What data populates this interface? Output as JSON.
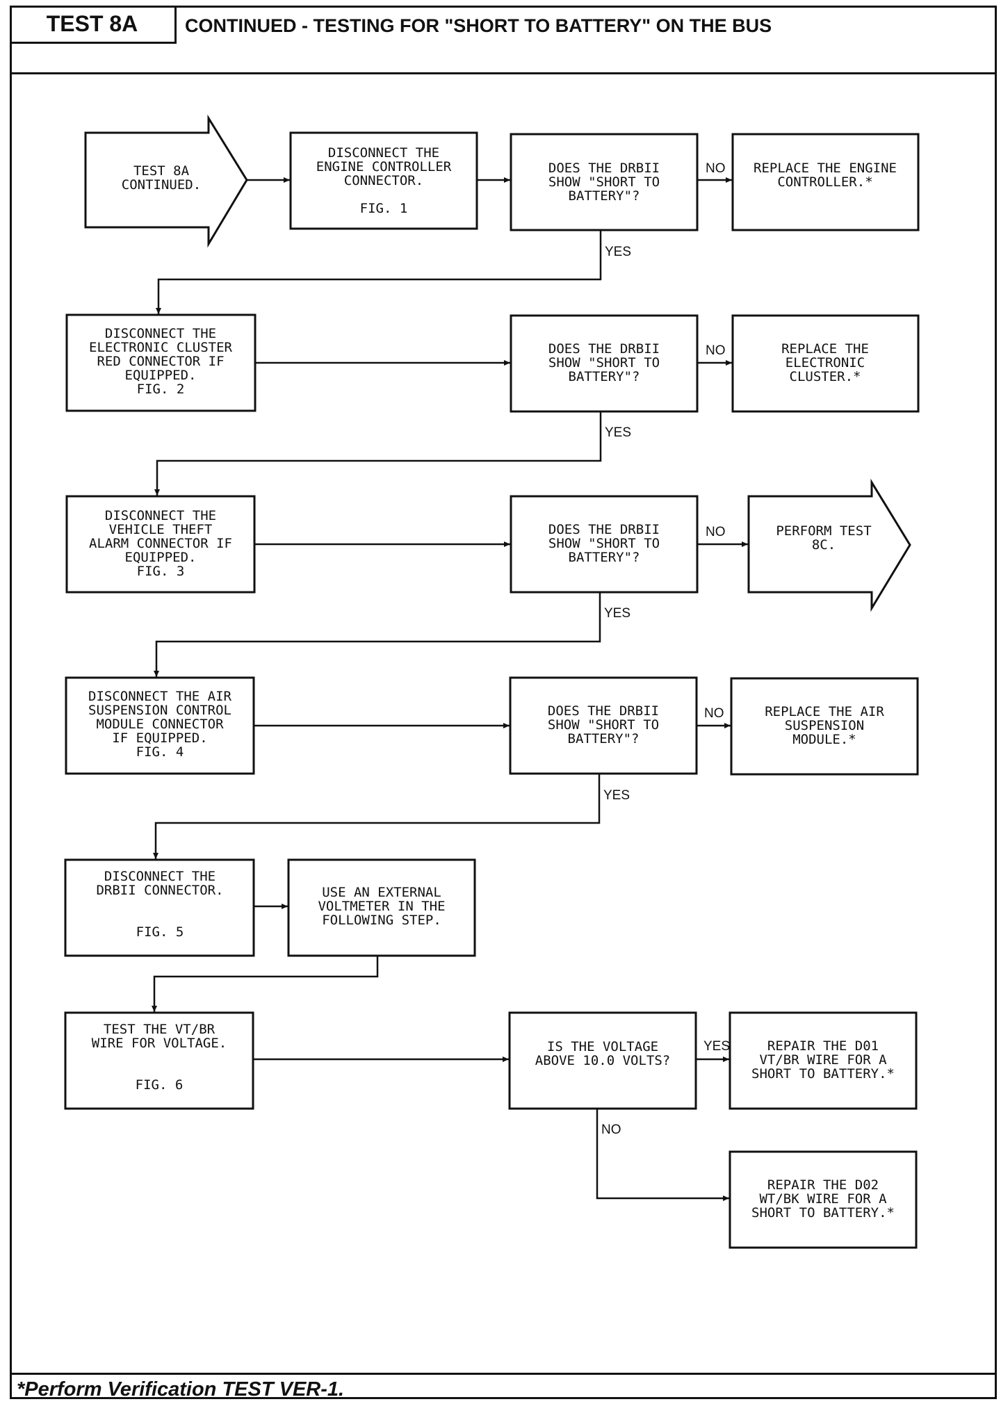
{
  "header": {
    "test_id": "TEST 8A",
    "title": "CONTINUED - TESTING FOR \"SHORT TO BATTERY\" ON THE BUS"
  },
  "footer": {
    "note": "*Perform Verification TEST VER-1."
  },
  "labels": {
    "yes": "YES",
    "no": "NO"
  },
  "steps": {
    "start": [
      "TEST 8A",
      "CONTINUED."
    ],
    "s1": [
      "DISCONNECT THE",
      "ENGINE CONTROLLER",
      "CONNECTOR.",
      "",
      "FIG. 1"
    ],
    "q1": [
      "DOES THE DRBII",
      "SHOW \"SHORT TO",
      "BATTERY\"?"
    ],
    "r1": [
      "REPLACE THE ENGINE",
      "CONTROLLER.*"
    ],
    "s2": [
      "DISCONNECT THE",
      "ELECTRONIC CLUSTER",
      "RED CONNECTOR IF",
      "EQUIPPED.",
      "FIG. 2"
    ],
    "q2": [
      "DOES THE DRBII",
      "SHOW \"SHORT TO",
      "BATTERY\"?"
    ],
    "r2": [
      "REPLACE THE",
      "ELECTRONIC",
      "CLUSTER.*"
    ],
    "s3": [
      "DISCONNECT THE",
      "VEHICLE THEFT",
      "ALARM CONNECTOR IF",
      "EQUIPPED.",
      "FIG. 3"
    ],
    "q3": [
      "DOES THE DRBII",
      "SHOW \"SHORT TO",
      "BATTERY\"?"
    ],
    "r3": [
      "PERFORM TEST",
      "8C."
    ],
    "s4": [
      "DISCONNECT THE AIR",
      "SUSPENSION CONTROL",
      "MODULE CONNECTOR",
      "IF EQUIPPED.",
      "FIG. 4"
    ],
    "q4": [
      "DOES THE DRBII",
      "SHOW \"SHORT TO",
      "BATTERY\"?"
    ],
    "r4": [
      "REPLACE THE AIR",
      "SUSPENSION",
      "MODULE.*"
    ],
    "s5": [
      "DISCONNECT THE",
      "DRBII CONNECTOR.",
      "",
      "",
      "FIG. 5"
    ],
    "s5b": [
      "USE AN EXTERNAL",
      "VOLTMETER IN THE",
      "FOLLOWING STEP."
    ],
    "s6": [
      "TEST THE VT/BR",
      "WIRE FOR VOLTAGE.",
      "",
      "",
      "FIG. 6"
    ],
    "q6": [
      "IS THE VOLTAGE",
      "ABOVE 10.0 VOLTS?"
    ],
    "r6a": [
      "REPAIR THE D01",
      "VT/BR WIRE FOR A",
      "SHORT TO BATTERY.*"
    ],
    "r6b": [
      "REPAIR THE D02",
      "WT/BK WIRE FOR A",
      "SHORT TO BATTERY.*"
    ]
  }
}
